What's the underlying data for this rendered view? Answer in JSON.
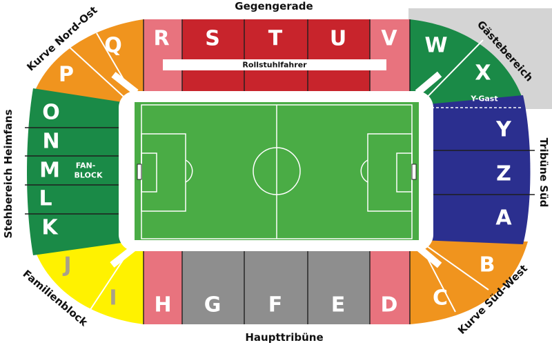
{
  "stand_labels": {
    "top": "Gegengerade",
    "bottom": "Haupttribüne",
    "left": "Stehbereich Heimfans",
    "right": "Tribüne Süd",
    "top_left": "Kurve Nord-Ost",
    "top_right": "Gästebereich",
    "bottom_left": "Familienblock",
    "bottom_right": "Kurve Süd-West"
  },
  "area_labels": {
    "wheelchair": "Rollstuhlfahrer",
    "away_sub": "Y-Gast",
    "fan_block_line1": "FAN-",
    "fan_block_line2": "BLOCK"
  },
  "blocks": {
    "top": [
      "R",
      "S",
      "T",
      "U",
      "V"
    ],
    "corner_top_right": [
      "W",
      "X"
    ],
    "right": [
      "Y",
      "Z",
      "A"
    ],
    "corner_bottom_right": [
      "B",
      "C"
    ],
    "bottom": [
      "D",
      "E",
      "F",
      "G",
      "H"
    ],
    "corner_bottom_left": [
      "I",
      "J"
    ],
    "left": [
      "K",
      "L",
      "M",
      "N",
      "O"
    ],
    "corner_top_left": [
      "P",
      "Q"
    ]
  },
  "colors": {
    "top_center": "#c8242c",
    "top_ends": "#e8737e",
    "bottom_center": "#8e8e8e",
    "bottom_ends": "#e8737e",
    "left_home": "#1a8a47",
    "right_south": "#2b2f8f",
    "corner_orange": "#f0941e",
    "corner_green": "#1a8a47",
    "family_yellow": "#fff200",
    "guest_area_bg": "#d4d4d4",
    "pitch": "#4aac45"
  }
}
